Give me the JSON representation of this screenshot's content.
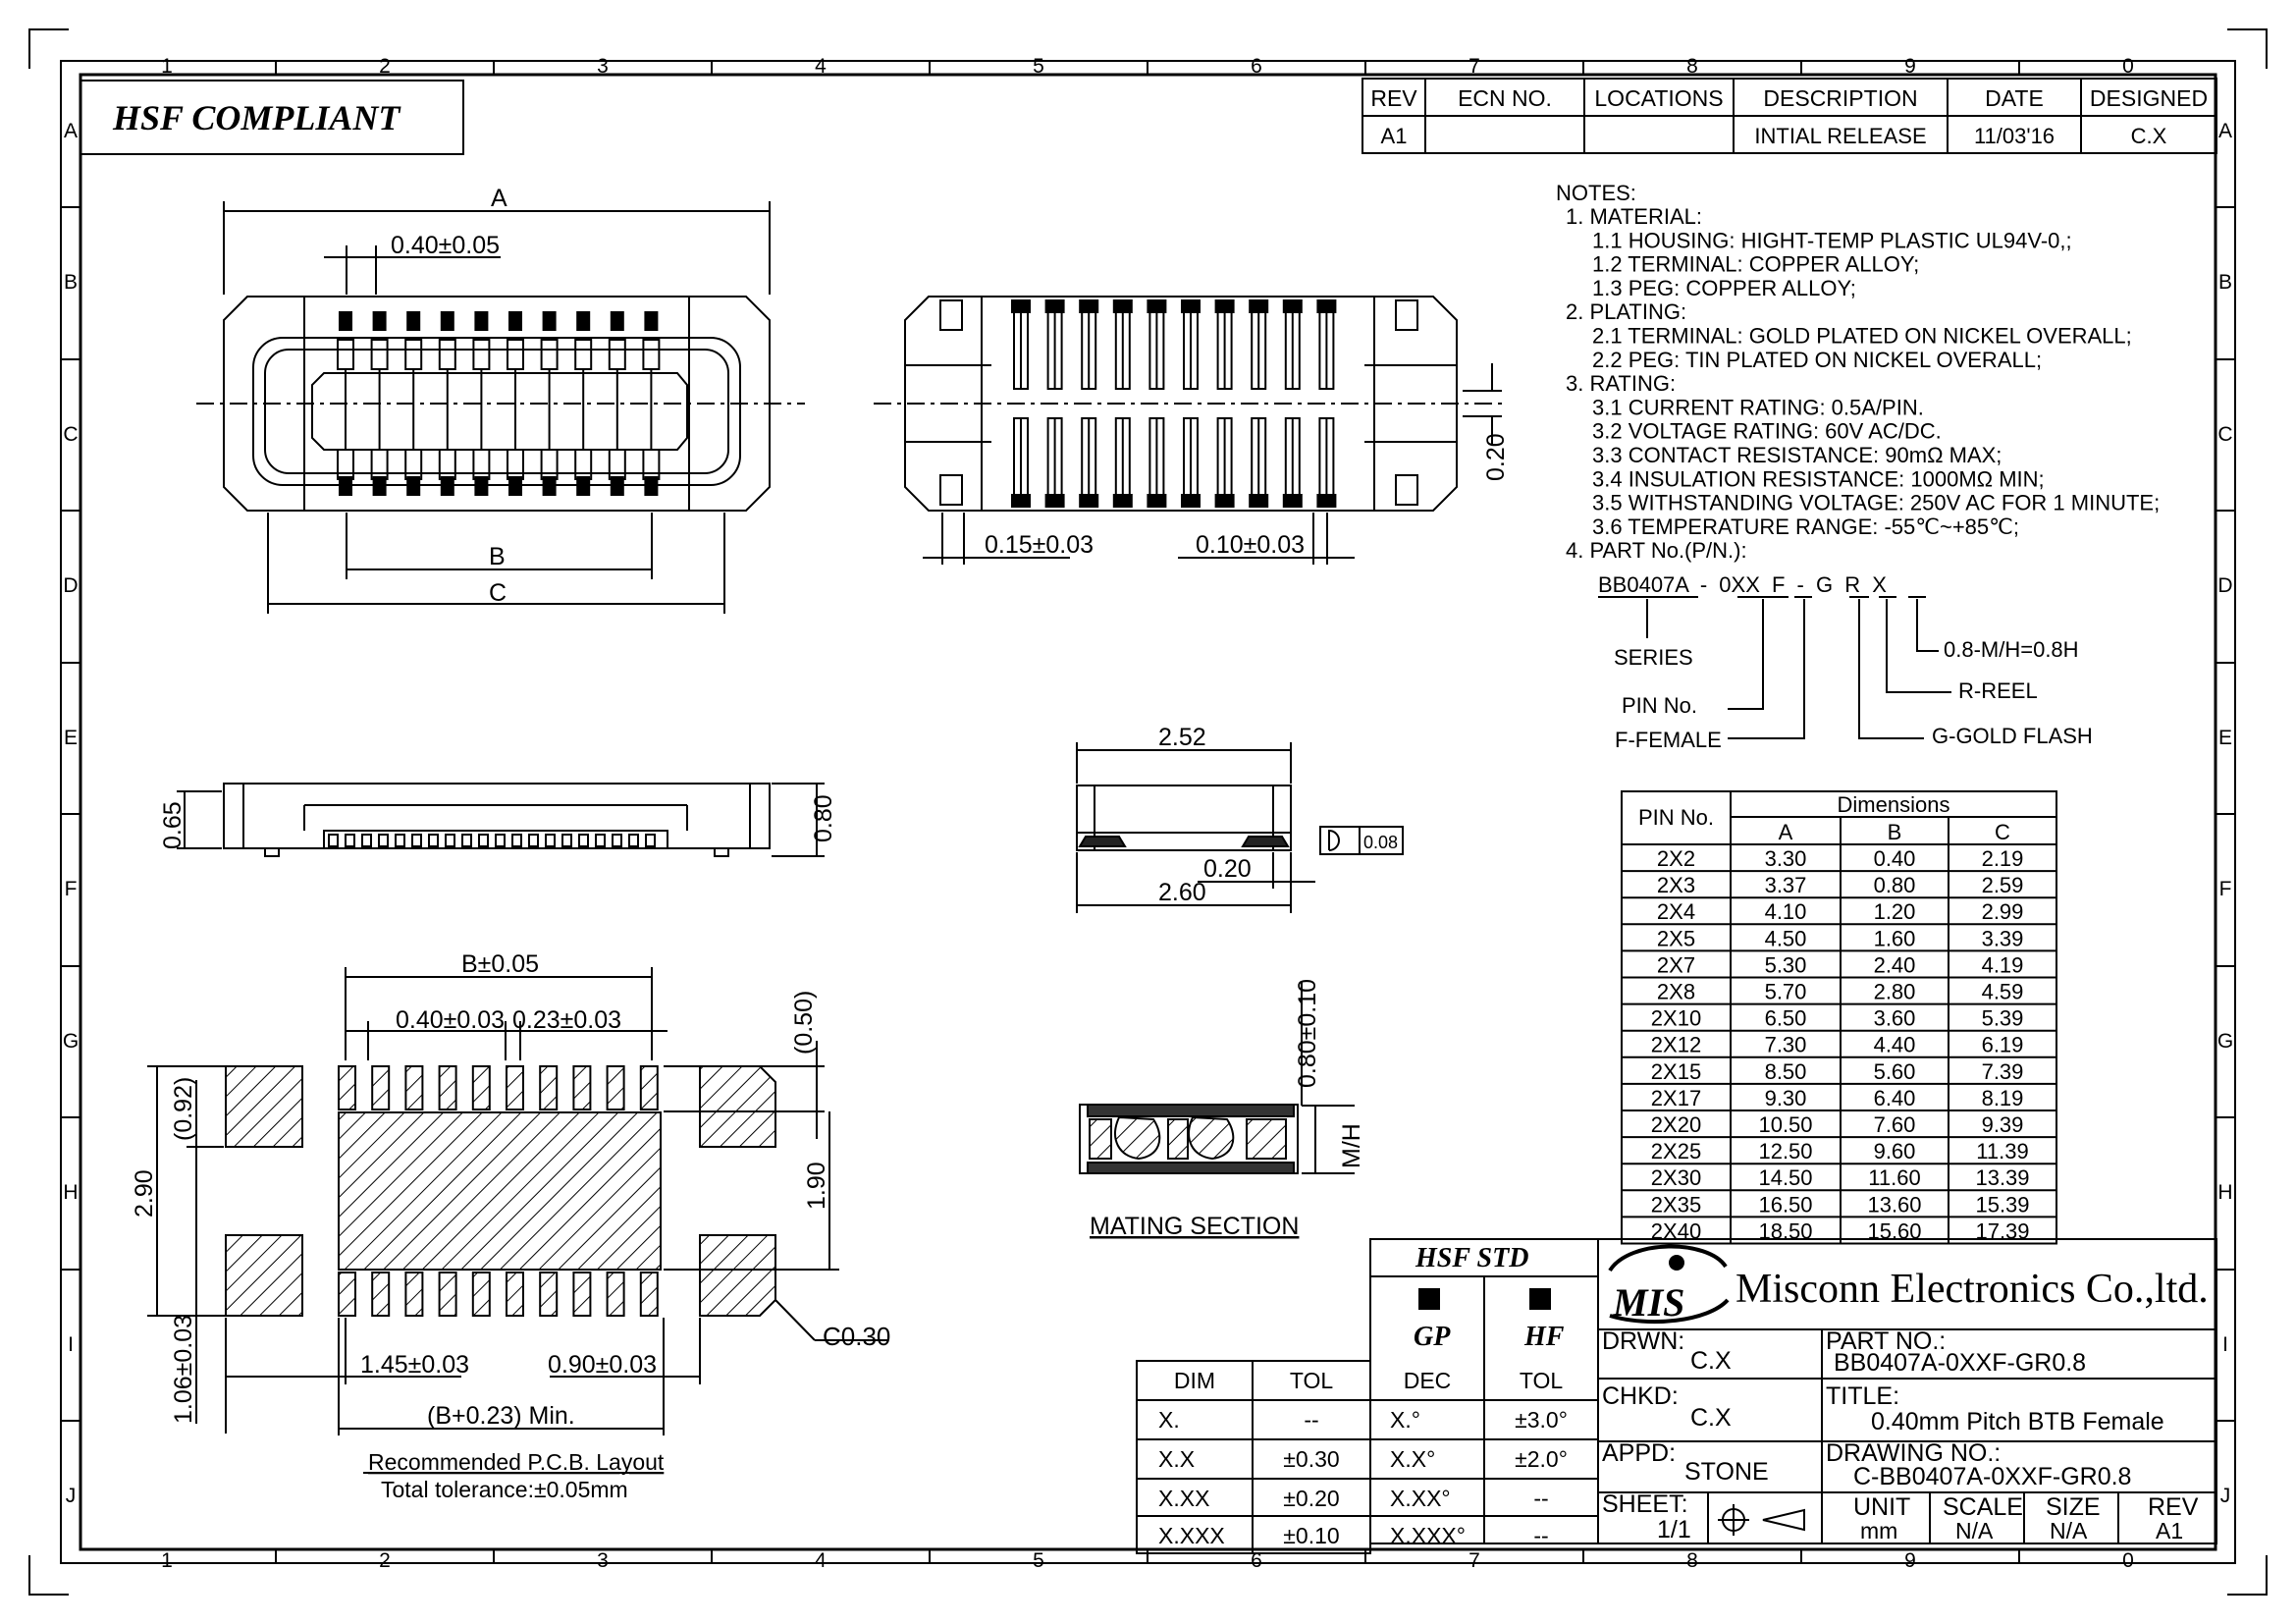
{
  "frame": {
    "cols_top": [
      "1",
      "2",
      "3",
      "4",
      "5",
      "6",
      "7",
      "8",
      "9",
      "0"
    ],
    "rows_side": [
      "A",
      "B",
      "C",
      "D",
      "E",
      "F",
      "G",
      "H",
      "I",
      "J"
    ]
  },
  "compliance_badge": "HSF COMPLIANT",
  "revision_table": {
    "headers": [
      "REV",
      "ECN NO.",
      "LOCATIONS",
      "DESCRIPTION",
      "DATE",
      "DESIGNED"
    ],
    "row": [
      "A1",
      "",
      "",
      "INTIAL RELEASE",
      "11/03'16",
      "C.X"
    ]
  },
  "notes": {
    "title": "NOTES:",
    "lines": [
      "1. MATERIAL:",
      "1.1 HOUSING: HIGHT-TEMP PLASTIC UL94V-0,;",
      "1.2 TERMINAL: COPPER ALLOY;",
      "1.3 PEG: COPPER ALLOY;",
      "2. PLATING:",
      "2.1 TERMINAL: GOLD PLATED ON NICKEL OVERALL;",
      "2.2 PEG: TIN PLATED ON NICKEL OVERALL;",
      "3. RATING:",
      "3.1 CURRENT RATING: 0.5A/PIN.",
      "3.2 VOLTAGE RATING: 60V AC/DC.",
      "3.3 CONTACT RESISTANCE: 90mΩ MAX;",
      "3.4 INSULATION RESISTANCE: 1000MΩ MIN;",
      "3.5 WITHSTANDING VOLTAGE: 250V AC FOR 1 MINUTE;",
      "3.6 TEMPERATURE RANGE: -55℃~+85℃;",
      "4. PART No.(P/N.):"
    ],
    "pn_code": "BB0407A - 0XX F - G R X",
    "pn_labels": [
      "SERIES",
      "PIN No.",
      "F-FEMALE",
      "G-GOLD FLASH",
      "R-REEL",
      "0.8-M/H=0.8H"
    ]
  },
  "dims": {
    "top_view": [
      "A",
      "0.40±0.05",
      "B",
      "C"
    ],
    "bottom_view": [
      "0.20",
      "0.15±0.03",
      "0.10±0.03"
    ],
    "side_view": [
      "0.65",
      "0.80"
    ],
    "end_view": [
      "2.52",
      "0.20",
      "2.60",
      "0.08"
    ],
    "pcb": [
      "B±0.05",
      "0.40±0.03",
      "0.23±0.03",
      "(0.50)",
      "(0.92)",
      "2.90",
      "1.90",
      "1.06±0.03",
      "1.45±0.03",
      "0.90±0.03",
      "(B+0.23) Min.",
      "C0.30"
    ],
    "pcb_caption": "Recommended P.C.B. Layout",
    "pcb_tolerance": "Total tolerance:±0.05mm",
    "mating": [
      "0.80±0.10",
      "M/H"
    ],
    "mating_caption": "MATING SECTION"
  },
  "dimension_table": {
    "pin_header": "PIN No.",
    "group_header": "Dimensions",
    "cols": [
      "A",
      "B",
      "C"
    ],
    "rows": [
      [
        "2X2",
        "3.30",
        "0.40",
        "2.19"
      ],
      [
        "2X3",
        "3.37",
        "0.80",
        "2.59"
      ],
      [
        "2X4",
        "4.10",
        "1.20",
        "2.99"
      ],
      [
        "2X5",
        "4.50",
        "1.60",
        "3.39"
      ],
      [
        "2X7",
        "5.30",
        "2.40",
        "4.19"
      ],
      [
        "2X8",
        "5.70",
        "2.80",
        "4.59"
      ],
      [
        "2X10",
        "6.50",
        "3.60",
        "5.39"
      ],
      [
        "2X12",
        "7.30",
        "4.40",
        "6.19"
      ],
      [
        "2X15",
        "8.50",
        "5.60",
        "7.39"
      ],
      [
        "2X17",
        "9.30",
        "6.40",
        "8.19"
      ],
      [
        "2X20",
        "10.50",
        "7.60",
        "9.39"
      ],
      [
        "2X25",
        "12.50",
        "9.60",
        "11.39"
      ],
      [
        "2X30",
        "14.50",
        "11.60",
        "13.39"
      ],
      [
        "2X35",
        "16.50",
        "13.60",
        "15.39"
      ],
      [
        "2X40",
        "18.50",
        "15.60",
        "17.39"
      ]
    ]
  },
  "tolerance_table": {
    "headers": [
      "DIM",
      "TOL"
    ],
    "rows": [
      [
        "X.",
        "--"
      ],
      [
        "X.X",
        "±0.30"
      ],
      [
        "X.XX",
        "±0.20"
      ],
      [
        "X.XXX",
        "±0.10"
      ]
    ]
  },
  "hsf_table": {
    "title": "HSF STD",
    "gp": "GP",
    "hf": "HF",
    "headers": [
      "DEC",
      "TOL"
    ],
    "rows": [
      [
        "X.°",
        "±3.0°"
      ],
      [
        "X.X°",
        "±2.0°"
      ],
      [
        "X.XX°",
        "--"
      ],
      [
        "X.XXX°",
        "--"
      ]
    ]
  },
  "title_block": {
    "logo": "MIS",
    "company": "Misconn Electronics Co.,ltd.",
    "drwn_label": "DRWN:",
    "drwn": "C.X",
    "chkd_label": "CHKD:",
    "chkd": "C.X",
    "appd_label": "APPD:",
    "appd": "STONE",
    "part_no_label": "PART NO.:",
    "part_no": "BB0407A-0XXF-GR0.8",
    "title_label": "TITLE:",
    "title": "0.40mm Pitch BTB Female",
    "drawing_no_label": "DRAWING NO.:",
    "drawing_no": "C-BB0407A-0XXF-GR0.8",
    "sheet_label": "SHEET:",
    "sheet": "1/1",
    "unit_label": "UNIT",
    "unit": "mm",
    "scale_label": "SCALE",
    "scale": "N/A",
    "size_label": "SIZE",
    "size": "N/A",
    "rev_label": "REV",
    "rev": "A1"
  }
}
